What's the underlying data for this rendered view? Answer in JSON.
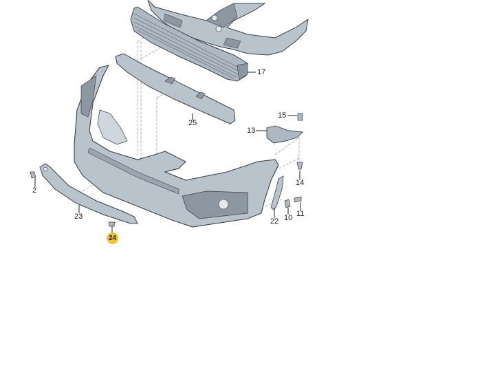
{
  "diagram": {
    "type": "exploded-parts-diagram",
    "subject": "front bumper assembly",
    "colors": {
      "part_fill": "#b9c3cc",
      "part_fill_light": "#cfd6dd",
      "part_fill_dark": "#8c97a2",
      "outline": "#3a4048",
      "leader_line": "#222222",
      "dashed_line": "#9aa2aa",
      "highlight": "#f2c230",
      "background": "#ffffff"
    },
    "callouts": [
      {
        "id": "17",
        "label": "17",
        "part": "grille"
      },
      {
        "id": "25",
        "label": "25",
        "part": "bumper reinforcement / absorber"
      },
      {
        "id": "15",
        "label": "15",
        "part": "clip"
      },
      {
        "id": "13",
        "label": "13",
        "part": "bumper bracket"
      },
      {
        "id": "14",
        "label": "14",
        "part": "screw"
      },
      {
        "id": "2",
        "label": "2",
        "part": "cap / clip"
      },
      {
        "id": "23",
        "label": "23",
        "part": "lower spoiler trim"
      },
      {
        "id": "24",
        "label": "24",
        "part": "clip",
        "highlighted": true
      },
      {
        "id": "22",
        "label": "22",
        "part": "side guide bracket"
      },
      {
        "id": "10",
        "label": "10",
        "part": "nut"
      },
      {
        "id": "11",
        "label": "11",
        "part": "screw"
      }
    ]
  }
}
